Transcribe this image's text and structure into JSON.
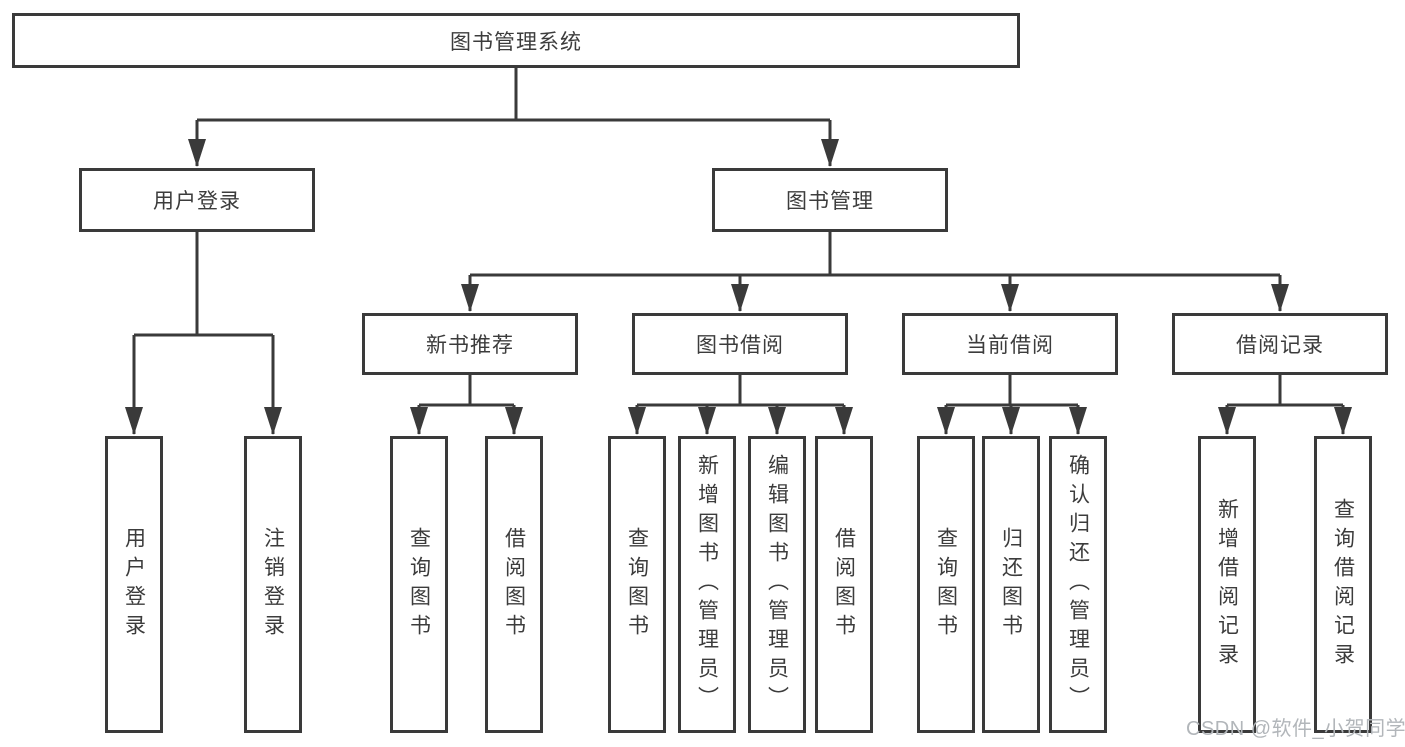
{
  "colors": {
    "line": "#3a3a3a",
    "node_border": "#3a3a3a",
    "node_text": "#3c3c3c",
    "background": "#ffffff",
    "watermark_text_color": "#b2b6ba"
  },
  "watermark": {
    "text": "CSDN @软件_小贺同学"
  },
  "tree": {
    "root": "图书管理系统",
    "branches": [
      {
        "label": "用户登录",
        "children": [
          "用户登录",
          "注销登录"
        ]
      },
      {
        "label": "图书管理",
        "children": [
          {
            "label": "新书推荐",
            "children": [
              "查询图书",
              "借阅图书"
            ]
          },
          {
            "label": "图书借阅",
            "children": [
              "查询图书",
              "新增图书（管理员）",
              "编辑图书（管理员）",
              "借阅图书"
            ]
          },
          {
            "label": "当前借阅",
            "children": [
              "查询图书",
              "归还图书",
              "确认归还（管理员）"
            ]
          },
          {
            "label": "借阅记录",
            "children": [
              "新增借阅记录",
              "查询借阅记录"
            ]
          }
        ]
      }
    ]
  }
}
